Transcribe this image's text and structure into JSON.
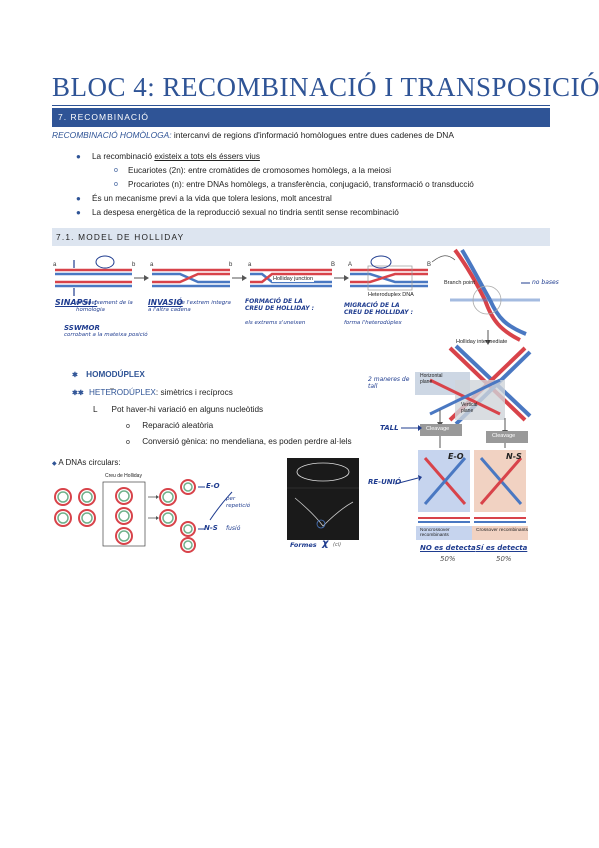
{
  "title": "BLOC 4: RECOMBINACIÓ I TRANSPOSICIÓ",
  "section": "7. RECOMBINACIÓ",
  "definition": {
    "term": "RECOMBINACIÓ HOMÒLOGA:",
    "text": " intercanvi de regions d'informació homòlogues entre dues cadenes de DNA"
  },
  "bullets": {
    "b1_pre": "La recombinació ",
    "b1_ul": "existeix a tots els éssers vius",
    "b1_1": "Eucariotes (2n): entre cromàtides de cromosomes homòlegs, a la meiosi",
    "b1_2": "Procariotes (n): entre DNAs homòlegs, a transferència, conjugació, transformació o transducció",
    "b2": "És un mecanisme previ a la vida que tolera lesions, molt ancestral",
    "b3": "La despesa energètica de la reproducció sexual no tindria sentit sense recombinació"
  },
  "subsection": "7.1. MODEL DE HOLLIDAY",
  "diagram": {
    "a_labels": [
      "a",
      "a",
      "a",
      "A"
    ],
    "b_labels": [
      "b",
      "b",
      "B",
      "B"
    ],
    "holliday_junction": "Holliday junction",
    "heteroduplex_dna": "Heteroduplex DNA",
    "branch_point": "Branch point",
    "holliday_intermediate": "Holliday intermediate",
    "horizontal_plane": "Horizontal plane",
    "vertical_plane": "Vertical plane",
    "cleavage": "Cleavage",
    "noncrossover": "Noncrossover recombinants",
    "crossover": "Crossover recombinants",
    "creu_holliday": "Creu de Holliday"
  },
  "handwritten": {
    "sinapsi": "SINAPSI :",
    "sinapsi_desc": "reconeixement de la homologia",
    "sswmor": "SSWMOR",
    "sswmor_desc": "corrobant a la mateixa posició",
    "invasio": "INVASIÓ",
    "invasio_desc": "de l'extrem integra a l'altra cadena",
    "formacio": "FORMACIÓ DE LA CREU DE HOLLIDAY :",
    "formacio_desc": "els extrems s'uneixen",
    "migracio": "MIGRACIÓ DE LA CREU DE HOLLIDAY :",
    "migracio_desc": "forma l'heterodúplex",
    "no_bases": "no bases",
    "dues_maneres": "2 maneres de tall",
    "tall": "TALL",
    "reunio": "RE-UNIÓ",
    "eo": "E-O",
    "ns": "N-S",
    "por_repeticio": "per repetició",
    "ns2": "N-S",
    "ns2_desc": "fusió",
    "no_detecta": "NO es detecta",
    "si_detecta": "Sí es detecta",
    "pct1": "50%",
    "pct2": "50%",
    "formes": "Formes",
    "chi": "χ",
    "chi_note": "(ci)"
  },
  "list2": {
    "homo": "HOMODÚPLEX",
    "hetero": "HETERODÚPLEX",
    "hetero_desc": ": simètrics i recíprocs",
    "l_marker": "L",
    "variation": "Pot haver-hi variació en alguns nucleòtids",
    "rep": "Reparació aleatòria",
    "conv": "Conversió gènica: no mendeliana, es poden perdre al·lels"
  },
  "circular": "A DNAs circulars:",
  "colors": {
    "accent": "#2f5496",
    "red_strand": "#d8434a",
    "blue_strand": "#4a78c2",
    "pen": "#1f3c8f"
  }
}
